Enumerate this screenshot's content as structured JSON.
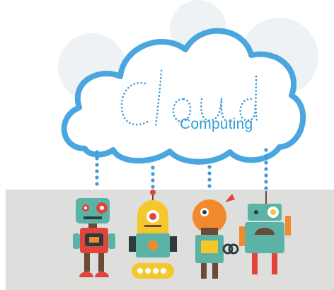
{
  "cloud": {
    "title": "cloud",
    "subtitle": "Computing"
  },
  "colors": {
    "cloud_outline": "#4aa6df",
    "cloud_fill": "#ffffff",
    "cloud_shadow": "#e9eef2",
    "floor": "#dededd",
    "teal": "#5bb3a6",
    "yellow": "#f4c82c",
    "orange": "#f08a2c",
    "red": "#e0443c",
    "brown": "#6b4a3a",
    "dot_blue": "#3f9ad6"
  },
  "robots": [
    {
      "name": "robot-teal-square-head",
      "icon": "robot-icon"
    },
    {
      "name": "robot-yellow-dome",
      "icon": "robot-icon"
    },
    {
      "name": "robot-lightbulb-head",
      "icon": "robot-icon"
    },
    {
      "name": "robot-teal-tall",
      "icon": "robot-icon"
    }
  ]
}
